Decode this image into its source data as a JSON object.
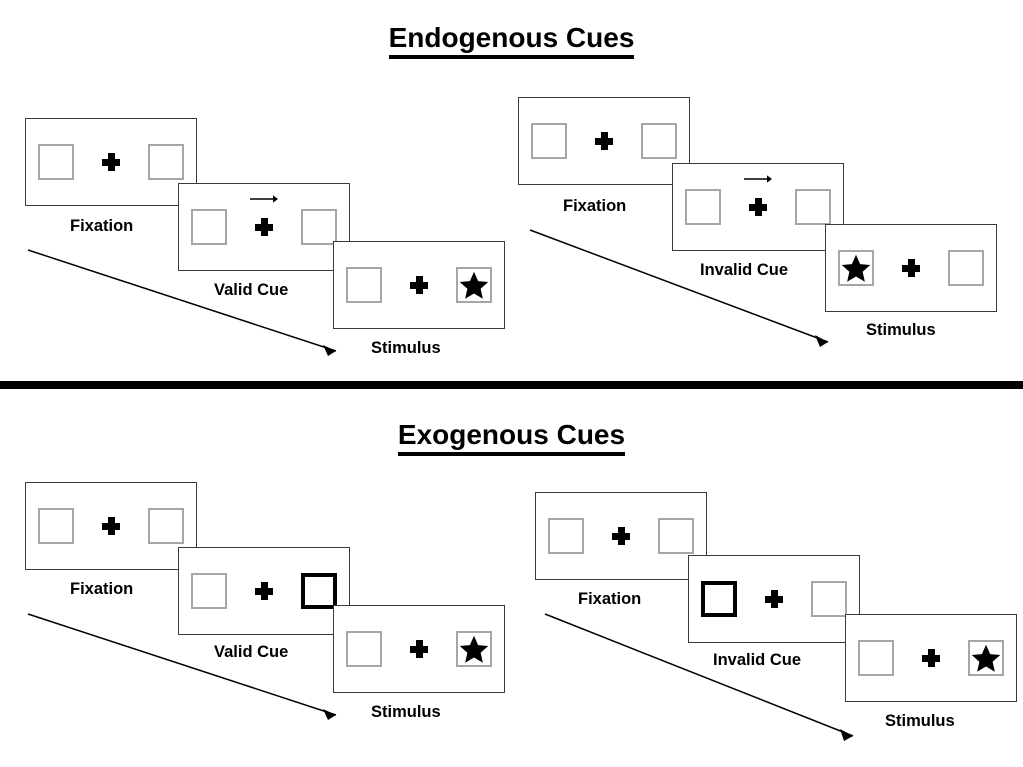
{
  "figure": {
    "type": "diagram",
    "subject": "Posner spatial cueing paradigm: endogenous vs exogenous attention cues"
  },
  "colors": {
    "background": "#ffffff",
    "panel_border": "#3a3a3a",
    "box_border": "#a6a6a6",
    "cued_box_border": "#000000",
    "ink": "#000000",
    "divider": "#000000"
  },
  "sections": [
    {
      "id": "endogenous",
      "title": "Endogenous Cues",
      "cue_type": "central-arrow",
      "sequences": [
        {
          "id": "endogenous-valid",
          "validity": "valid",
          "frames": [
            {
              "label": "Fixation",
              "cue": "none",
              "cue_side": "none",
              "target": "none",
              "target_side": "none"
            },
            {
              "label": "Valid Cue",
              "cue": "arrow-right",
              "cue_side": "right",
              "target": "none",
              "target_side": "none"
            },
            {
              "label": "Stimulus",
              "cue": "none",
              "cue_side": "none",
              "target": "star",
              "target_side": "right"
            }
          ]
        },
        {
          "id": "endogenous-invalid",
          "validity": "invalid",
          "frames": [
            {
              "label": "Fixation",
              "cue": "none",
              "cue_side": "none",
              "target": "none",
              "target_side": "none"
            },
            {
              "label": "Invalid Cue",
              "cue": "arrow-right",
              "cue_side": "right",
              "target": "none",
              "target_side": "none"
            },
            {
              "label": "Stimulus",
              "cue": "none",
              "cue_side": "none",
              "target": "star",
              "target_side": "left"
            }
          ]
        }
      ]
    },
    {
      "id": "exogenous",
      "title": "Exogenous Cues",
      "cue_type": "peripheral-box-flash",
      "sequences": [
        {
          "id": "exogenous-valid",
          "validity": "valid",
          "frames": [
            {
              "label": "Fixation",
              "cue": "none",
              "cue_side": "none",
              "target": "none",
              "target_side": "none"
            },
            {
              "label": "Valid Cue",
              "cue": "box-highlight",
              "cue_side": "right",
              "target": "none",
              "target_side": "none"
            },
            {
              "label": "Stimulus",
              "cue": "none",
              "cue_side": "none",
              "target": "star",
              "target_side": "right"
            }
          ]
        },
        {
          "id": "exogenous-invalid",
          "validity": "invalid",
          "frames": [
            {
              "label": "Fixation",
              "cue": "none",
              "cue_side": "none",
              "target": "none",
              "target_side": "none"
            },
            {
              "label": "Invalid Cue",
              "cue": "box-highlight",
              "cue_side": "left",
              "target": "none",
              "target_side": "none"
            },
            {
              "label": "Stimulus",
              "cue": "none",
              "cue_side": "none",
              "target": "star",
              "target_side": "right"
            }
          ]
        }
      ]
    }
  ],
  "labels": {
    "fixation": "Fixation",
    "valid_cue": "Valid Cue",
    "invalid_cue": "Invalid Cue",
    "stimulus": "Stimulus"
  },
  "icons": {
    "fixation_cross": "plus-cross-icon",
    "cue_arrow": "arrow-right-icon",
    "target": "star-icon",
    "time_flow": "diagonal-arrow-icon"
  }
}
